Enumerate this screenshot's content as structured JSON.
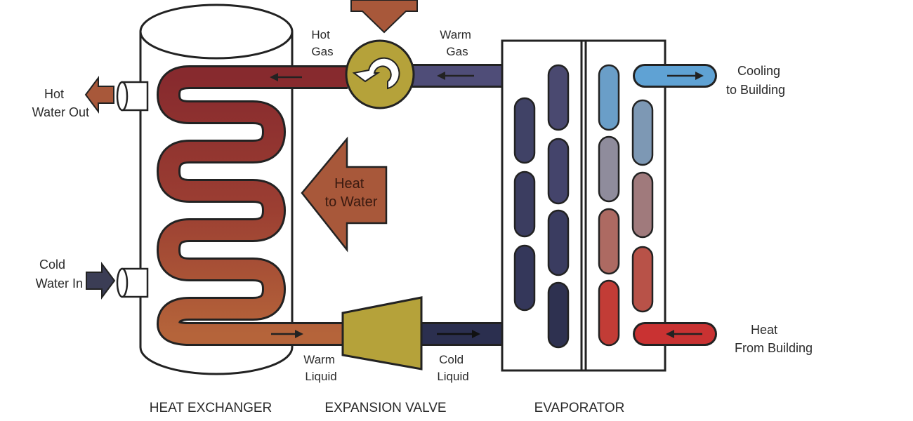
{
  "labels": {
    "hot_gas": [
      "Hot",
      "Gas"
    ],
    "warm_gas": [
      "Warm",
      "Gas"
    ],
    "hot_water_out": [
      "Hot",
      "Water Out"
    ],
    "cold_water_in": [
      "Cold",
      "Water In"
    ],
    "heat_to_water": [
      "Heat",
      "to Water"
    ],
    "warm_liquid": [
      "Warm",
      "Liquid"
    ],
    "cold_liquid": [
      "Cold",
      "Liquid"
    ],
    "cooling_to_building": [
      "Cooling",
      "to Building"
    ],
    "heat_from_building": [
      "Heat",
      "From Building"
    ]
  },
  "captions": {
    "heat_exchanger": "HEAT EXCHANGER",
    "expansion_valve": "EXPANSION VALVE",
    "evaporator": "EVAPORATOR"
  },
  "colors": {
    "hot_red": "#8b2a2e",
    "warm_orange": "#b5643a",
    "arrow_brown": "#a8583a",
    "warm_gas_purple": "#4f4d78",
    "cold_navy": "#2b2f4f",
    "cool_blue": "#5fa2d4",
    "heat_red": "#c93232",
    "valve_olive": "#b5a23a"
  }
}
